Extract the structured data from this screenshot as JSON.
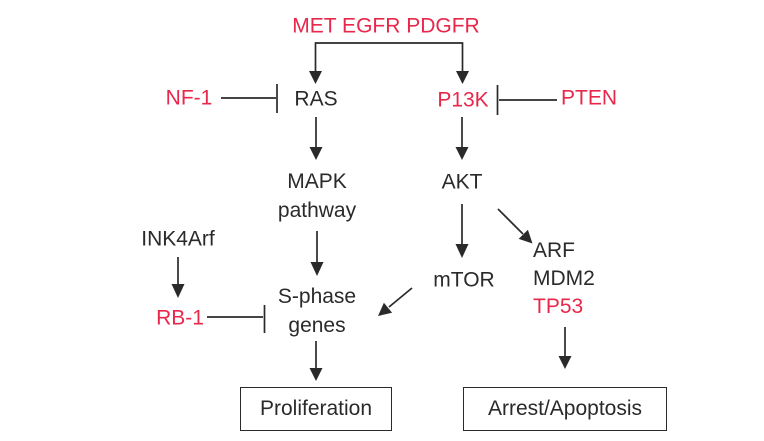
{
  "colors": {
    "accent_red": "#e8274b",
    "text_black": "#2b2a2a",
    "background": "#ffffff"
  },
  "nodes": {
    "receptors": {
      "label": "MET EGFR PDGFR",
      "color": "red"
    },
    "nf1": {
      "label": "NF-1",
      "color": "red"
    },
    "ras": {
      "label": "RAS",
      "color": "black"
    },
    "p13k": {
      "label": "P13K",
      "color": "red"
    },
    "pten": {
      "label": "PTEN",
      "color": "red"
    },
    "mapk": {
      "line1": "MAPK",
      "line2": "pathway",
      "color": "black"
    },
    "akt": {
      "label": "AKT",
      "color": "black"
    },
    "mtor": {
      "label": "mTOR",
      "color": "black"
    },
    "ink4arf": {
      "label": "INK4Arf",
      "color": "black"
    },
    "rb1": {
      "label": "RB-1",
      "color": "red"
    },
    "sphase": {
      "line1": "S-phase",
      "line2": "genes",
      "color": "black"
    },
    "arf": {
      "label": "ARF",
      "color": "black"
    },
    "mdm2": {
      "label": "MDM2",
      "color": "black"
    },
    "tp53": {
      "label": "TP53",
      "color": "red"
    },
    "proliferation": {
      "label": "Proliferation",
      "color": "black",
      "boxed": true
    },
    "arrest_apoptosis": {
      "label": "Arrest/Apoptosis",
      "color": "black",
      "boxed": true
    }
  },
  "edges": [
    {
      "from": "MET EGFR PDGFR",
      "to": "RAS",
      "type": "activates"
    },
    {
      "from": "MET EGFR PDGFR",
      "to": "P13K",
      "type": "activates"
    },
    {
      "from": "NF-1",
      "to": "RAS",
      "type": "inhibits"
    },
    {
      "from": "PTEN",
      "to": "P13K",
      "type": "inhibits"
    },
    {
      "from": "RAS",
      "to": "MAPK pathway",
      "type": "activates"
    },
    {
      "from": "P13K",
      "to": "AKT",
      "type": "activates"
    },
    {
      "from": "MAPK pathway",
      "to": "S-phase genes",
      "type": "activates"
    },
    {
      "from": "AKT",
      "to": "mTOR",
      "type": "activates"
    },
    {
      "from": "AKT",
      "to": "ARF MDM2 TP53",
      "type": "activates"
    },
    {
      "from": "mTOR",
      "to": "S-phase genes",
      "type": "activates"
    },
    {
      "from": "INK4Arf",
      "to": "RB-1",
      "type": "activates"
    },
    {
      "from": "RB-1",
      "to": "S-phase genes",
      "type": "inhibits"
    },
    {
      "from": "S-phase genes",
      "to": "Proliferation",
      "type": "activates"
    },
    {
      "from": "TP53",
      "to": "Arrest/Apoptosis",
      "type": "activates"
    }
  ]
}
